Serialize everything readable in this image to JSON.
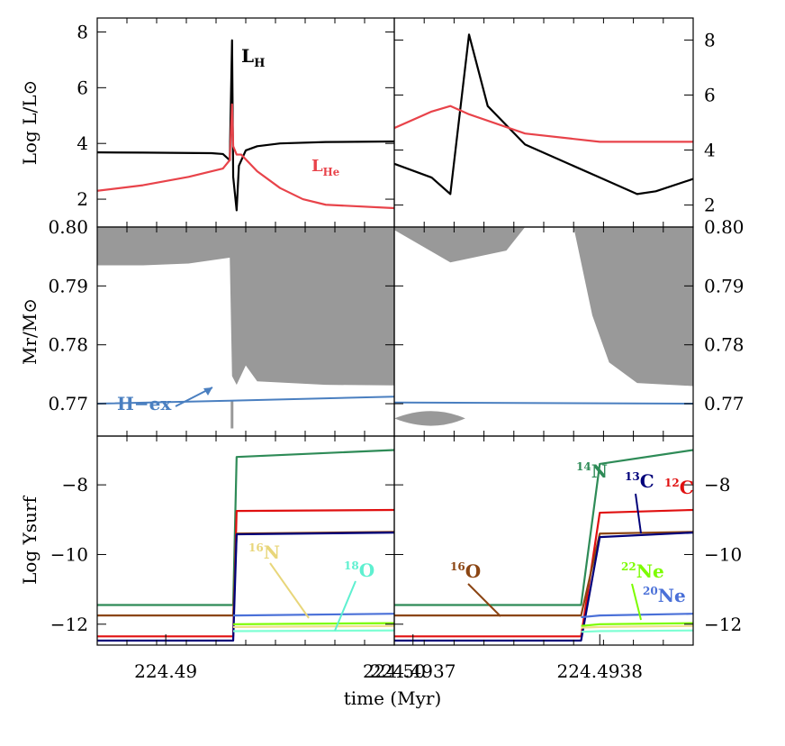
{
  "chart_data": [
    {
      "type": "line",
      "panel": "top-left",
      "ylabel": "Log L/L⊙",
      "xlim": [
        224.487,
        224.5
      ],
      "ylim": [
        1.0,
        8.5
      ],
      "yticks": [
        2,
        4,
        6,
        8
      ],
      "yticklabels": [
        "2",
        "4",
        "6",
        "8"
      ],
      "series": [
        {
          "name": "LH",
          "color": "#000000",
          "points": [
            [
              224.487,
              3.68
            ],
            [
              224.489,
              3.67
            ],
            [
              224.492,
              3.65
            ],
            [
              224.4925,
              3.62
            ],
            [
              224.4928,
              3.4
            ],
            [
              224.4929,
              7.7
            ],
            [
              224.49295,
              2.8
            ],
            [
              224.4931,
              1.6
            ],
            [
              224.4932,
              3.2
            ],
            [
              224.4935,
              3.75
            ],
            [
              224.494,
              3.9
            ],
            [
              224.495,
              4.0
            ],
            [
              224.497,
              4.05
            ],
            [
              224.5,
              4.07
            ]
          ]
        },
        {
          "name": "LHe",
          "color": "#e8434a",
          "points": [
            [
              224.487,
              2.3
            ],
            [
              224.489,
              2.5
            ],
            [
              224.491,
              2.8
            ],
            [
              224.4925,
              3.1
            ],
            [
              224.4928,
              3.4
            ],
            [
              224.4929,
              5.4
            ],
            [
              224.49295,
              3.9
            ],
            [
              224.4931,
              3.6
            ],
            [
              224.4933,
              3.6
            ],
            [
              224.494,
              3.0
            ],
            [
              224.495,
              2.4
            ],
            [
              224.496,
              2.0
            ],
            [
              224.497,
              1.8
            ],
            [
              224.5,
              1.68
            ]
          ]
        }
      ],
      "annotations": [
        {
          "text": "L",
          "sub": "H",
          "color": "#000000"
        },
        {
          "text": "L",
          "sub": "He",
          "color": "#e8434a"
        }
      ]
    },
    {
      "type": "line",
      "panel": "top-right",
      "xlim": [
        224.49369,
        224.49385
      ],
      "ylim": [
        1.2,
        8.8
      ],
      "yticks": [
        2,
        4,
        6,
        8
      ],
      "yticklabels": [
        "2",
        "4",
        "6",
        "8"
      ],
      "series": [
        {
          "name": "LH",
          "color": "#000000",
          "points": [
            [
              224.49369,
              3.5
            ],
            [
              224.49371,
              3.0
            ],
            [
              224.49372,
              2.4
            ],
            [
              224.49373,
              8.2
            ],
            [
              224.49374,
              5.6
            ],
            [
              224.49376,
              4.2
            ],
            [
              224.4938,
              3.0
            ],
            [
              224.49382,
              2.4
            ],
            [
              224.49383,
              2.5
            ],
            [
              224.49385,
              2.95
            ]
          ]
        },
        {
          "name": "LHe",
          "color": "#e8434a",
          "points": [
            [
              224.49369,
              4.8
            ],
            [
              224.49371,
              5.4
            ],
            [
              224.49372,
              5.6
            ],
            [
              224.49373,
              5.3
            ],
            [
              224.49376,
              4.6
            ],
            [
              224.4938,
              4.3
            ],
            [
              224.49385,
              4.3
            ]
          ]
        }
      ]
    },
    {
      "type": "area",
      "panel": "middle-left",
      "ylabel": "Mr/M⊙",
      "xlim": [
        224.487,
        224.5
      ],
      "ylim": [
        0.7645,
        0.8
      ],
      "yticks": [
        0.77,
        0.78,
        0.79,
        0.8
      ],
      "yticklabels": [
        "0.77",
        "0.78",
        "0.79",
        "0.80"
      ],
      "convective_zone_lower_boundary": [
        [
          224.487,
          0.7935
        ],
        [
          224.489,
          0.7935
        ],
        [
          224.491,
          0.7938
        ],
        [
          224.4928,
          0.7948
        ],
        [
          224.4929,
          0.7747
        ],
        [
          224.4931,
          0.7732
        ],
        [
          224.4935,
          0.7765
        ],
        [
          224.494,
          0.7738
        ],
        [
          224.497,
          0.7732
        ],
        [
          224.5,
          0.7731
        ]
      ],
      "spike": [
        224.4929,
        0.7658,
        0.7704
      ],
      "h_ex": {
        "name": "H-ex",
        "color": "#4a7fc0",
        "points": [
          [
            224.487,
            0.77
          ],
          [
            224.4928,
            0.7705
          ],
          [
            224.5,
            0.7712
          ]
        ]
      },
      "annotations": [
        {
          "text": "H−ex",
          "color": "#4a7fc0"
        }
      ]
    },
    {
      "type": "area",
      "panel": "middle-right",
      "xlim": [
        224.49369,
        224.49385
      ],
      "ylim": [
        0.7645,
        0.8
      ],
      "yticks": [
        0.77,
        0.78,
        0.79,
        0.8
      ],
      "yticklabels": [
        "0.77",
        "0.78",
        "0.79",
        "0.80"
      ],
      "h_ex": {
        "name": "H-ex",
        "color": "#4a7fc0",
        "points": [
          [
            224.49369,
            0.7702
          ],
          [
            224.49385,
            0.77
          ]
        ]
      }
    },
    {
      "type": "line",
      "panel": "bottom-left",
      "ylabel": "Log Ysurf",
      "xlim": [
        224.487,
        224.5
      ],
      "ylim": [
        -12.6,
        -6.6
      ],
      "yticks": [
        -12,
        -10,
        -8
      ],
      "yticklabels": [
        "−12",
        "−10",
        "−8"
      ],
      "xticks": [
        224.49,
        224.5
      ],
      "xticklabels": [
        "224.49",
        "224.50"
      ],
      "series": [
        {
          "name": "14N",
          "color": "#2e8b57",
          "points": [
            [
              224.487,
              -11.45
            ],
            [
              224.49295,
              -11.45
            ],
            [
              224.4931,
              -7.2
            ],
            [
              224.5,
              -7.0
            ]
          ]
        },
        {
          "name": "12C",
          "color": "#e01010",
          "points": [
            [
              224.487,
              -12.35
            ],
            [
              224.49295,
              -12.35
            ],
            [
              224.4931,
              -8.75
            ],
            [
              224.5,
              -8.72
            ]
          ]
        },
        {
          "name": "16O",
          "color": "#8b4513",
          "points": [
            [
              224.487,
              -11.75
            ],
            [
              224.49295,
              -11.75
            ],
            [
              224.4931,
              -9.4
            ],
            [
              224.5,
              -9.35
            ]
          ]
        },
        {
          "name": "13C",
          "color": "#00007a",
          "points": [
            [
              224.487,
              -12.47
            ],
            [
              224.49295,
              -12.47
            ],
            [
              224.4931,
              -9.42
            ],
            [
              224.5,
              -9.37
            ]
          ]
        },
        {
          "name": "20Ne",
          "color": "#4a70d8",
          "points": [
            [
              224.49295,
              -11.75
            ],
            [
              224.4931,
              -11.75
            ],
            [
              224.5,
              -11.7
            ]
          ]
        },
        {
          "name": "22Ne",
          "color": "#7cfc00",
          "points": [
            [
              224.49295,
              -12.0
            ],
            [
              224.4931,
              -12.0
            ],
            [
              224.5,
              -11.97
            ]
          ]
        },
        {
          "name": "16N",
          "color": "#f0e08c",
          "points": [
            [
              224.49295,
              -12.08
            ],
            [
              224.4931,
              -12.08
            ],
            [
              224.5,
              -12.05
            ]
          ]
        },
        {
          "name": "18O",
          "color": "#7fffd4",
          "points": [
            [
              224.49295,
              -12.2
            ],
            [
              224.4931,
              -12.2
            ],
            [
              224.5,
              -12.18
            ]
          ]
        }
      ]
    },
    {
      "type": "line",
      "panel": "bottom-right",
      "xlim": [
        224.49369,
        224.49385
      ],
      "ylim": [
        -12.6,
        -6.6
      ],
      "yticks": [
        -12,
        -10,
        -8
      ],
      "yticklabels": [
        "−12",
        "−10",
        "−8"
      ],
      "xticks": [
        224.4937,
        224.4938
      ],
      "xticklabels": [
        "224.4937",
        "224.4938"
      ],
      "series": [
        {
          "name": "14N",
          "color": "#2e8b57",
          "points": [
            [
              224.49369,
              -11.45
            ],
            [
              224.49379,
              -11.45
            ],
            [
              224.4938,
              -7.4
            ],
            [
              224.49385,
              -7.0
            ]
          ]
        },
        {
          "name": "12C",
          "color": "#e01010",
          "points": [
            [
              224.49369,
              -12.35
            ],
            [
              224.49379,
              -12.35
            ],
            [
              224.4938,
              -8.8
            ],
            [
              224.49385,
              -8.72
            ]
          ]
        },
        {
          "name": "16O",
          "color": "#8b4513",
          "points": [
            [
              224.49369,
              -11.75
            ],
            [
              224.49379,
              -11.75
            ],
            [
              224.4938,
              -9.4
            ],
            [
              224.49385,
              -9.35
            ]
          ]
        },
        {
          "name": "13C",
          "color": "#00007a",
          "points": [
            [
              224.49369,
              -12.47
            ],
            [
              224.49379,
              -12.47
            ],
            [
              224.4938,
              -9.5
            ],
            [
              224.49385,
              -9.37
            ]
          ]
        },
        {
          "name": "20Ne",
          "color": "#4a70d8",
          "points": [
            [
              224.49379,
              -11.8
            ],
            [
              224.4938,
              -11.75
            ],
            [
              224.49385,
              -11.7
            ]
          ]
        },
        {
          "name": "22Ne",
          "color": "#7cfc00",
          "points": [
            [
              224.49379,
              -12.05
            ],
            [
              224.4938,
              -12.0
            ],
            [
              224.49385,
              -11.97
            ]
          ]
        },
        {
          "name": "16N",
          "color": "#f0e08c",
          "points": [
            [
              224.49379,
              -12.1
            ],
            [
              224.4938,
              -12.08
            ],
            [
              224.49385,
              -12.05
            ]
          ]
        },
        {
          "name": "18O",
          "color": "#7fffd4",
          "points": [
            [
              224.49379,
              -12.22
            ],
            [
              224.4938,
              -12.2
            ],
            [
              224.49385,
              -12.18
            ]
          ]
        }
      ]
    }
  ],
  "xlabel": "time (Myr)",
  "colors": {
    "convective_fill": "#999999",
    "frame": "#000000"
  }
}
